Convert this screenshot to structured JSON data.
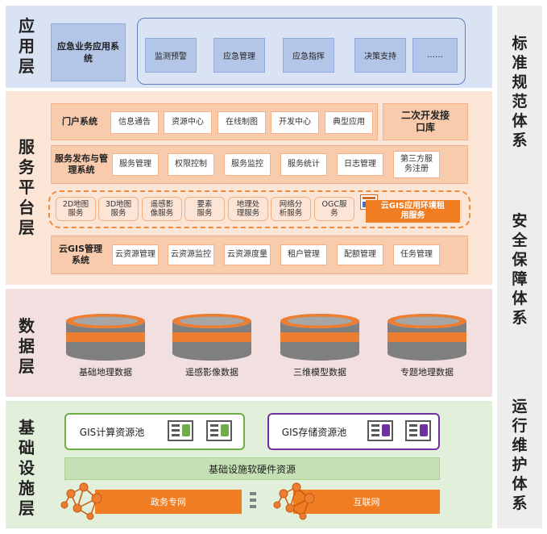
{
  "app_layer": {
    "title": "应用层",
    "main_box": "应急业务应用系统",
    "items": [
      "监测预警",
      "应急管理",
      "应急指挥",
      "决策支持",
      "……"
    ]
  },
  "service_layer": {
    "title": "服务平台层",
    "portal": {
      "label": "门户系统",
      "items": [
        "信息通告",
        "资源中心",
        "在线制图",
        "开发中心",
        "典型应用"
      ]
    },
    "secondary_dev": "二次开发接口库",
    "publish": {
      "label": "服务发布与管理系统",
      "items": [
        "服务管理",
        "权限控制",
        "服务监控",
        "服务统计",
        "日志管理",
        "第三方服务注册"
      ]
    },
    "gis_services": [
      "2D地图服务",
      "3D地图服务",
      "遥感影像服务",
      "要素服务",
      "地理处理服务",
      "网络分析服务",
      "OGC服务"
    ],
    "cloud_env": "云GIS应用环境租用服务",
    "cloud_mgmt": {
      "label": "云GIS管理系统",
      "items": [
        "云资源管理",
        "云资源监控",
        "云资源度量",
        "租户管理",
        "配额管理",
        "任务管理"
      ]
    }
  },
  "data_layer": {
    "title": "数据层",
    "databases": [
      "基础地理数据",
      "遥感影像数据",
      "三维模型数据",
      "专题地理数据"
    ]
  },
  "infra_layer": {
    "title": "基础设施层",
    "compute_pool": "GIS计算资源池",
    "storage_pool": "GIS存储资源池",
    "hw_resources": "基础设施软硬件资源",
    "net_gov": "政务专网",
    "net_internet": "互联网"
  },
  "side": {
    "standards": "标准规范体系",
    "security": "安全保障体系",
    "operations": "运行维护体系"
  },
  "colors": {
    "app_bg": "#dae3f3",
    "service_bg": "#fbe5d6",
    "data_bg": "#f2dfe0",
    "infra_bg": "#e2efda",
    "orange": "#f07d22",
    "gray": "#7f7f7f",
    "compute_border": "#70ad47",
    "storage_border": "#7030a0"
  }
}
